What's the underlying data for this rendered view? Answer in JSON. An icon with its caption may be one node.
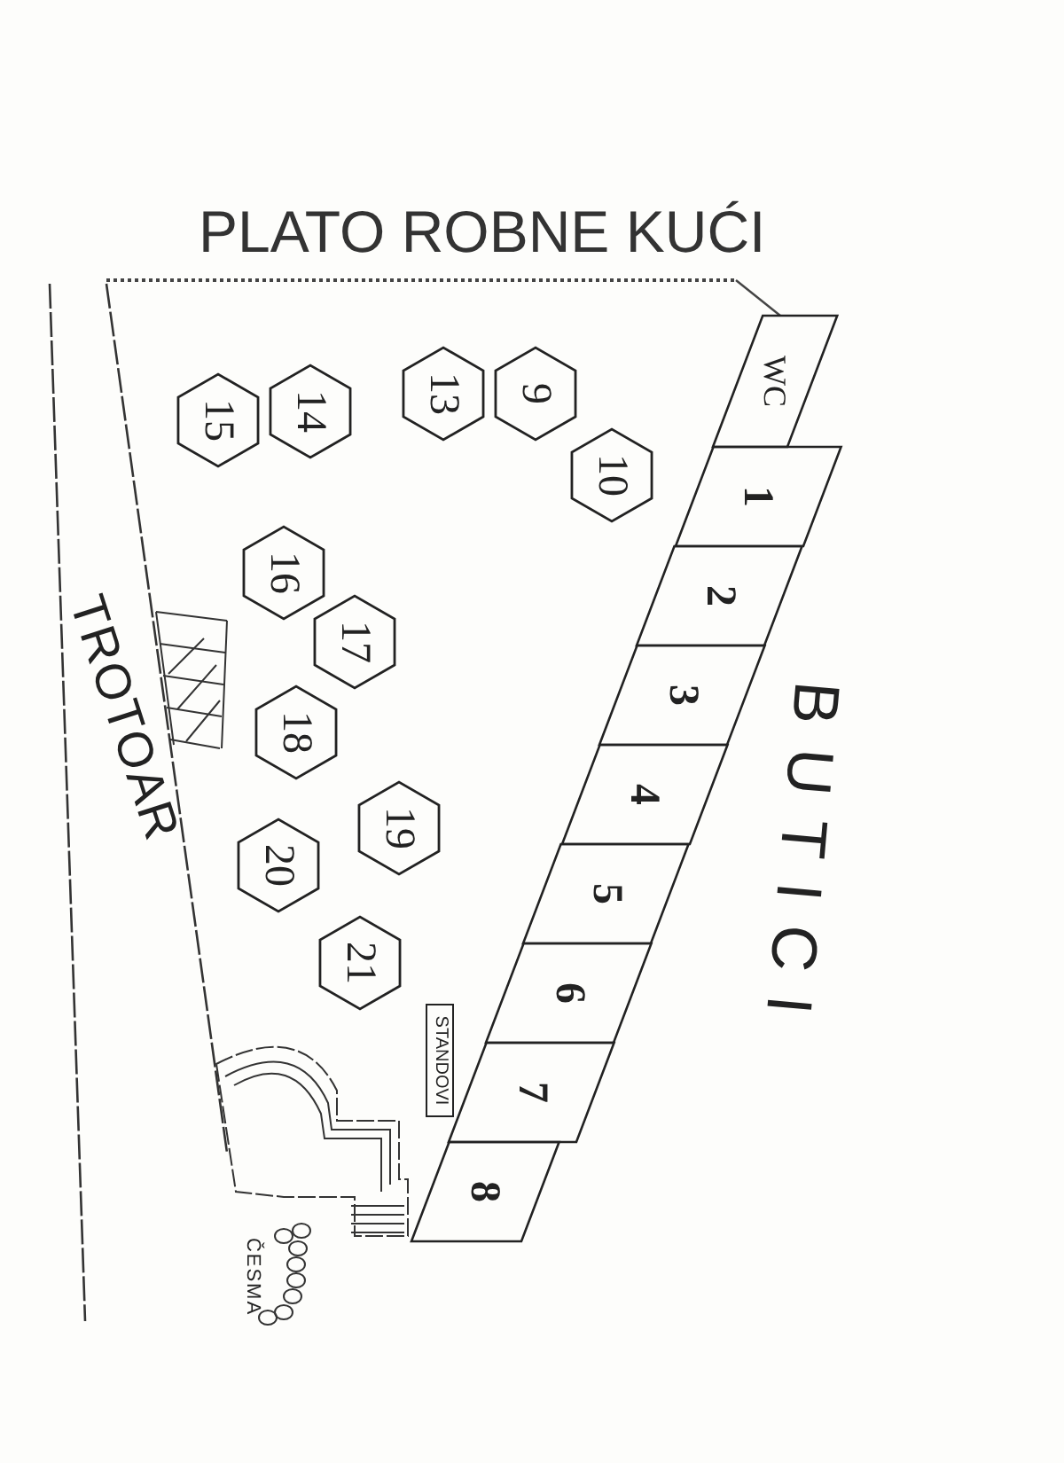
{
  "diagram": {
    "title": "PLATO ROBNE KUĆI",
    "nodes": [
      {
        "text": [
          "15"
        ]
      },
      {
        "text": [
          "14"
        ]
      },
      {
        "text": [
          "13"
        ]
      },
      {
        "text": [
          "9"
        ]
      },
      {
        "text": [
          "10"
        ]
      },
      {
        "text": [
          "16"
        ]
      },
      {
        "text": [
          "17"
        ]
      },
      {
        "text": [
          "18"
        ]
      },
      {
        "text": [
          "19"
        ]
      },
      {
        "text": [
          "20"
        ]
      },
      {
        "text": [
          "21"
        ]
      },
      {
        "text": [
          "WC"
        ]
      },
      {
        "text": [
          "1"
        ]
      },
      {
        "text": [
          "2"
        ]
      },
      {
        "text": [
          "3"
        ]
      },
      {
        "text": [
          "4"
        ]
      },
      {
        "text": [
          "5"
        ]
      },
      {
        "text": [
          "6"
        ]
      },
      {
        "text": [
          "7"
        ]
      },
      {
        "text": [
          "8"
        ]
      },
      {
        "text": [
          "STANDOVI"
        ]
      }
    ],
    "labels": [
      "TROTOAR",
      "BUTICI",
      "ČESMA"
    ]
  }
}
